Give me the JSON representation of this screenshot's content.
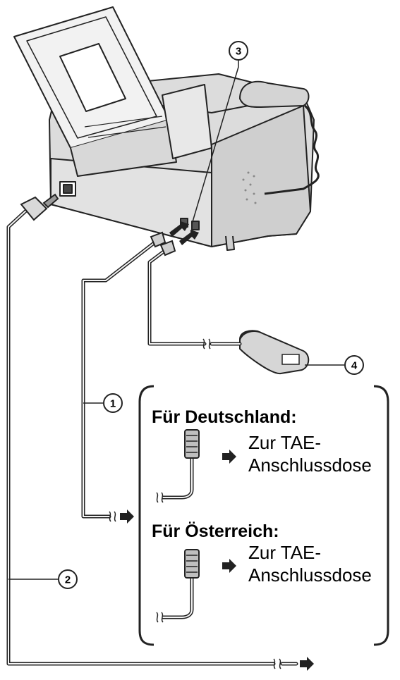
{
  "callouts": {
    "c1": "1",
    "c2": "2",
    "c3": "3",
    "c4": "4"
  },
  "germany": {
    "heading": "Für Deutschland:",
    "dest_line1": "Zur TAE-",
    "dest_line2": "Anschlussdose"
  },
  "austria": {
    "heading": "Für Österreich:",
    "dest_line1": "Zur TAE-",
    "dest_line2": "Anschlussdose"
  },
  "icons": [
    "fax-machine-icon",
    "handset-icon",
    "extension-device-icon",
    "tae-plug-icon",
    "power-plug-icon",
    "arrow-right-icon",
    "cable-break-icon"
  ]
}
